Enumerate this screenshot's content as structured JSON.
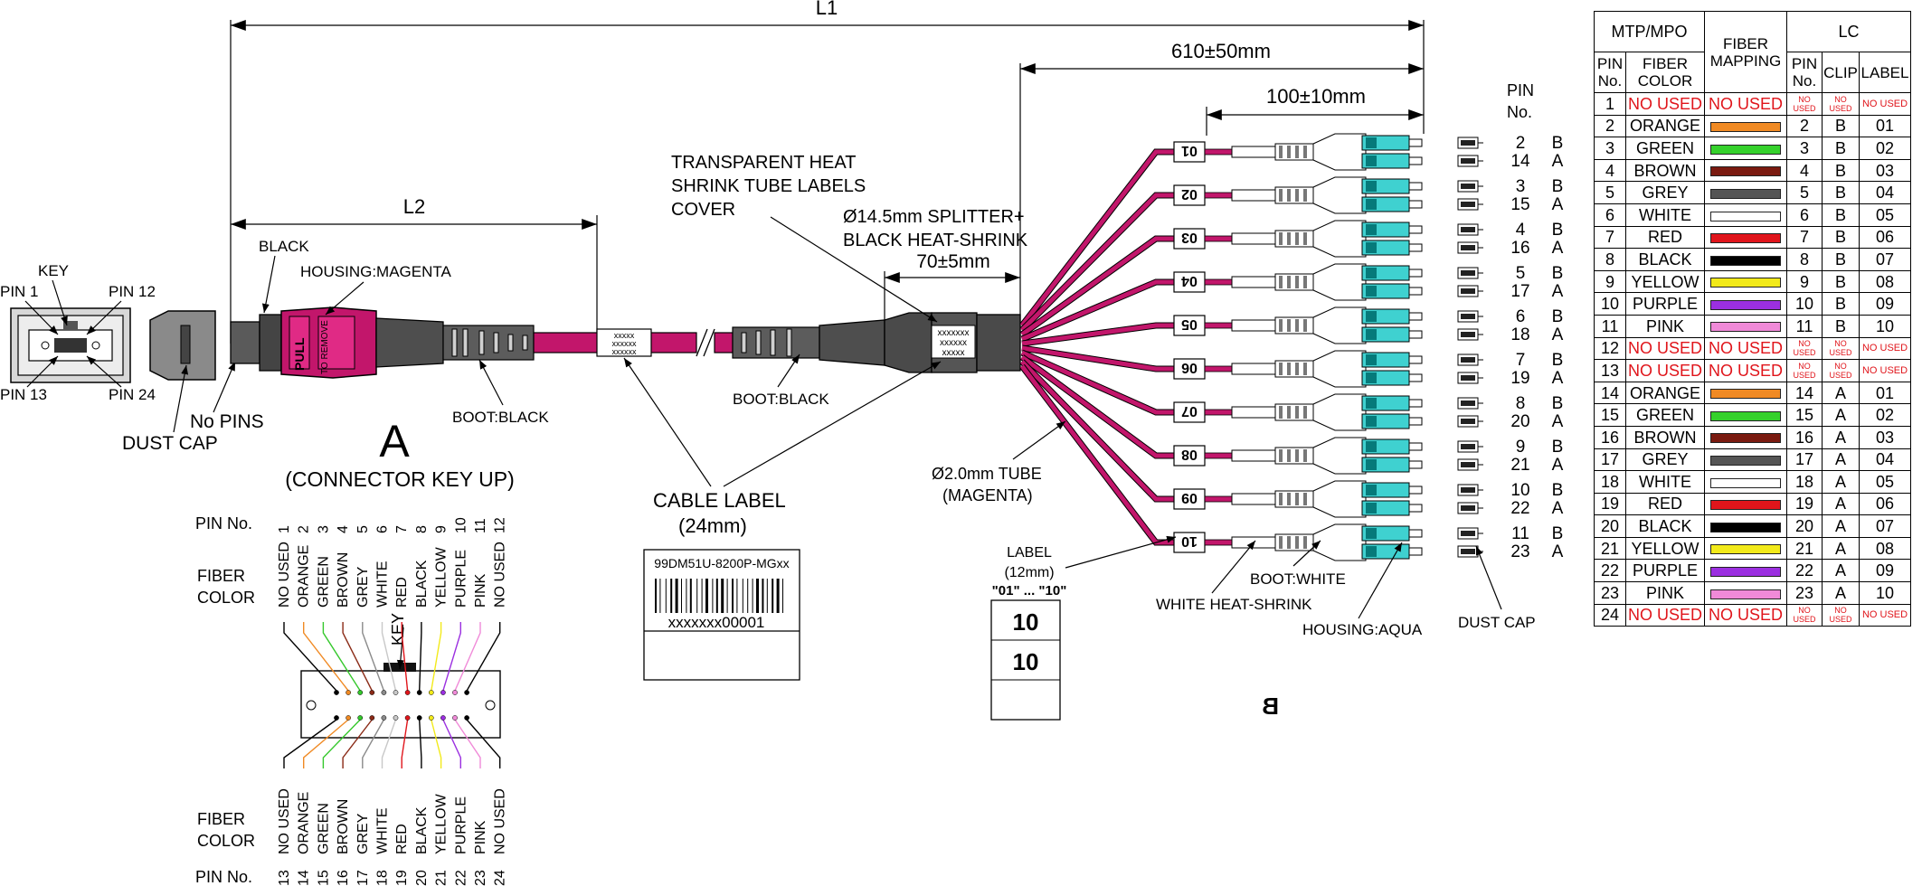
{
  "dims": {
    "L1": "L1",
    "L2": "L2",
    "d610": "610±50mm",
    "d100": "100±10mm",
    "d70": "70±5mm"
  },
  "labels": {
    "key": "KEY",
    "pin1": "PIN 1",
    "pin12": "PIN 12",
    "pin13": "PIN 13",
    "pin24": "PIN 24",
    "dust_cap_left": "DUST CAP",
    "no_pins": "No PINS",
    "black": "BLACK",
    "housing_magenta": "HOUSING:MAGENTA",
    "pull": "PULL",
    "to_remove": "TO REMOVE",
    "boot_black_1": "BOOT:BLACK",
    "boot_black_2": "BOOT:BLACK",
    "cable_label_x1": "xxxxx",
    "cable_label_x2": "xxxxxx",
    "cable_label_x3": "xxxxxx",
    "splitter_x1": "xxxxxxx",
    "splitter_x2": "xxxxxx",
    "splitter_x3": "xxxxx",
    "transparent_1": "TRANSPARENT HEAT",
    "transparent_2": "SHRINK TUBE LABELS",
    "transparent_3": "COVER",
    "splitter_1": "Ø14.5mm SPLITTER+",
    "splitter_2": "BLACK HEAT-SHRINK",
    "cable_label_1": "CABLE LABEL",
    "cable_label_2": "(24mm)",
    "tube_1": "Ø2.0mm TUBE",
    "tube_2": "(MAGENTA)",
    "label12_1": "LABEL",
    "label12_2": "(12mm)",
    "label12_3": "\"01\" ... \"10\"",
    "boot_white": "BOOT:WHITE",
    "white_heat_shrink": "WHITE HEAT-SHRINK",
    "housing_aqua": "HOUSING:AQUA",
    "dust_cap_right": "DUST CAP",
    "pin_no_1": "PIN",
    "pin_no_2": "No.",
    "letter_a": "A",
    "connector_key_up": "(CONNECTOR KEY UP)",
    "letter_b": "B",
    "part_number": "99DM51U-8200P-MGxx",
    "label_serial": "xxxxxxx00001",
    "label_sample_1": "10",
    "label_sample_2": "10"
  },
  "breakouts": [
    {
      "label": "01",
      "b": "2",
      "a": "14"
    },
    {
      "label": "02",
      "b": "3",
      "a": "15"
    },
    {
      "label": "03",
      "b": "4",
      "a": "16"
    },
    {
      "label": "04",
      "b": "5",
      "a": "17"
    },
    {
      "label": "05",
      "b": "6",
      "a": "18"
    },
    {
      "label": "06",
      "b": "7",
      "a": "19"
    },
    {
      "label": "07",
      "b": "8",
      "a": "20"
    },
    {
      "label": "08",
      "b": "9",
      "a": "21"
    },
    {
      "label": "09",
      "b": "10",
      "a": "22"
    },
    {
      "label": "10",
      "b": "11",
      "a": "23"
    }
  ],
  "clip_b": "B",
  "clip_a": "A",
  "pinout": {
    "pin_no_label": "PIN No.",
    "fiber_label_1": "FIBER",
    "fiber_label_2": "COLOR",
    "key_label": "KEY",
    "top_pins": [
      "1",
      "2",
      "3",
      "4",
      "5",
      "6",
      "7",
      "8",
      "9",
      "10",
      "11",
      "12"
    ],
    "bottom_pins": [
      "13",
      "14",
      "15",
      "16",
      "17",
      "18",
      "19",
      "20",
      "21",
      "22",
      "23",
      "24"
    ],
    "colors": [
      "NO USED",
      "ORANGE",
      "GREEN",
      "BROWN",
      "GREY",
      "WHITE",
      "RED",
      "BLACK",
      "YELLOW",
      "PURPLE",
      "PINK",
      "NO USED"
    ],
    "hex": [
      "#ffffff",
      "#f08a24",
      "#35c82c",
      "#8a2a16",
      "#8a8a8a",
      "#c8c8c8",
      "#e0151b",
      "#000000",
      "#f2ea1a",
      "#9b2fe0",
      "#f08ad8",
      "#ffffff"
    ]
  },
  "table": {
    "h_mtp": "MTP/MPO",
    "h_mapping_1": "FIBER",
    "h_mapping_2": "MAPPING",
    "h_lc": "LC",
    "h_pin_1": "PIN",
    "h_pin_2": "No.",
    "h_color_1": "FIBER",
    "h_color_2": "COLOR",
    "h_lc_pin_1": "PIN",
    "h_lc_pin_2": "No.",
    "h_clip": "CLIP",
    "h_label": "LABEL",
    "rows": [
      {
        "pin": "1",
        "color": "NO USED",
        "hex": "",
        "lcpin": "NO USED",
        "clip": "NO USED",
        "label": "NO USED",
        "unused": true
      },
      {
        "pin": "2",
        "color": "ORANGE",
        "hex": "#f08a24",
        "lcpin": "2",
        "clip": "B",
        "label": "01"
      },
      {
        "pin": "3",
        "color": "GREEN",
        "hex": "#35d12c",
        "lcpin": "3",
        "clip": "B",
        "label": "02"
      },
      {
        "pin": "4",
        "color": "BROWN",
        "hex": "#7a1a10",
        "lcpin": "4",
        "clip": "B",
        "label": "03"
      },
      {
        "pin": "5",
        "color": "GREY",
        "hex": "#555555",
        "lcpin": "5",
        "clip": "B",
        "label": "04"
      },
      {
        "pin": "6",
        "color": "WHITE",
        "hex": "#ffffff",
        "lcpin": "6",
        "clip": "B",
        "label": "05"
      },
      {
        "pin": "7",
        "color": "RED",
        "hex": "#e0151b",
        "lcpin": "7",
        "clip": "B",
        "label": "06"
      },
      {
        "pin": "8",
        "color": "BLACK",
        "hex": "#000000",
        "lcpin": "8",
        "clip": "B",
        "label": "07"
      },
      {
        "pin": "9",
        "color": "YELLOW",
        "hex": "#f2ea1a",
        "lcpin": "9",
        "clip": "B",
        "label": "08"
      },
      {
        "pin": "10",
        "color": "PURPLE",
        "hex": "#9b2fe0",
        "lcpin": "10",
        "clip": "B",
        "label": "09"
      },
      {
        "pin": "11",
        "color": "PINK",
        "hex": "#f08ad8",
        "lcpin": "11",
        "clip": "B",
        "label": "10"
      },
      {
        "pin": "12",
        "color": "NO USED",
        "hex": "",
        "lcpin": "NO USED",
        "clip": "NO USED",
        "label": "NO USED",
        "unused": true
      },
      {
        "pin": "13",
        "color": "NO USED",
        "hex": "",
        "lcpin": "NO USED",
        "clip": "NO USED",
        "label": "NO USED",
        "unused": true
      },
      {
        "pin": "14",
        "color": "ORANGE",
        "hex": "#f08a24",
        "lcpin": "14",
        "clip": "A",
        "label": "01"
      },
      {
        "pin": "15",
        "color": "GREEN",
        "hex": "#35d12c",
        "lcpin": "15",
        "clip": "A",
        "label": "02"
      },
      {
        "pin": "16",
        "color": "BROWN",
        "hex": "#7a1a10",
        "lcpin": "16",
        "clip": "A",
        "label": "03"
      },
      {
        "pin": "17",
        "color": "GREY",
        "hex": "#555555",
        "lcpin": "17",
        "clip": "A",
        "label": "04"
      },
      {
        "pin": "18",
        "color": "WHITE",
        "hex": "#ffffff",
        "lcpin": "18",
        "clip": "A",
        "label": "05"
      },
      {
        "pin": "19",
        "color": "RED",
        "hex": "#e0151b",
        "lcpin": "19",
        "clip": "A",
        "label": "06"
      },
      {
        "pin": "20",
        "color": "BLACK",
        "hex": "#000000",
        "lcpin": "20",
        "clip": "A",
        "label": "07"
      },
      {
        "pin": "21",
        "color": "YELLOW",
        "hex": "#f2ea1a",
        "lcpin": "21",
        "clip": "A",
        "label": "08"
      },
      {
        "pin": "22",
        "color": "PURPLE",
        "hex": "#9b2fe0",
        "lcpin": "22",
        "clip": "A",
        "label": "09"
      },
      {
        "pin": "23",
        "color": "PINK",
        "hex": "#f08ad8",
        "lcpin": "23",
        "clip": "A",
        "label": "10"
      },
      {
        "pin": "24",
        "color": "NO USED",
        "hex": "",
        "lcpin": "NO USED",
        "clip": "NO USED",
        "label": "NO USED",
        "unused": true
      }
    ]
  },
  "colors": {
    "magenta": "#c2166b",
    "aqua": "#3fd1d0",
    "dark_grey": "#4a4a4a",
    "red_text": "#e0151b"
  }
}
